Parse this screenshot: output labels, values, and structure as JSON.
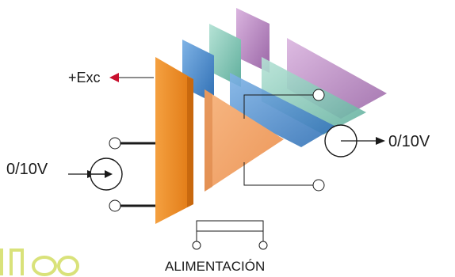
{
  "labels": {
    "excitation_output": "+Exc",
    "input_signal": "0/10V",
    "output_signal": "0/10V",
    "power_supply": "ALIMENTACIÓN"
  },
  "colors": {
    "input_block": "#f08a24",
    "amplifier": "#f5a86b",
    "blue_module": "#4d8fcf",
    "teal_module": "#86c8b8",
    "violet_module": "#b889c0",
    "arrow_accent": "#c8102e",
    "logo_partial": "#d9e27a"
  }
}
